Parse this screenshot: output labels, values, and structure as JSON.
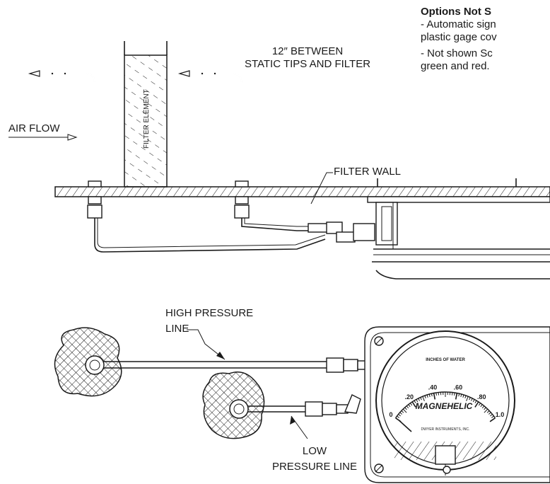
{
  "options": {
    "title": "Options Not S",
    "line1": "- Automatic sign",
    "line2": "plastic gage cov",
    "line3": "- Not shown Sc",
    "line4": "green and red."
  },
  "labels": {
    "between_line1": "12″ BETWEEN",
    "between_line2": "STATIC TIPS AND FILTER",
    "air_flow": "AIR FLOW",
    "filter_element": "FILTER ELEMENT",
    "filter_wall": "FILTER WALL",
    "high_pressure_line1": "HIGH PRESSURE",
    "high_pressure_line2": "LINE",
    "low_pressure_line1": "LOW",
    "low_pressure_line2": "PRESSURE LINE"
  },
  "gauge": {
    "units": "INCHES OF WATER",
    "brand": "MAGNEHELIC",
    "maker": "DWYER INSTRUMENTS, INC.",
    "scale": [
      "0",
      ".20",
      ".40",
      ".60",
      ".80",
      "1.0"
    ],
    "pointer_value": 0.0
  },
  "colors": {
    "line": "#1a1a1a",
    "background": "#ffffff"
  }
}
